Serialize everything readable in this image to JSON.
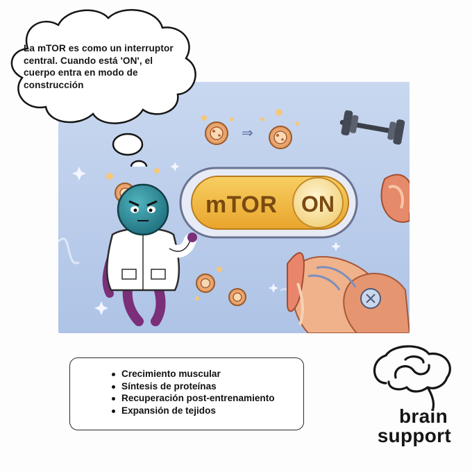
{
  "thought_bubble": {
    "text": "La mTOR es como un interruptor central. Cuando está 'ON', el cuerpo entra en modo de construcción"
  },
  "illustration": {
    "switch_label": "mTOR",
    "switch_state": "ON",
    "colors": {
      "background": "#bcd0ec",
      "switch_fill": "#f2b93e",
      "knob_fill": "#f9e4a6",
      "character": "#2f8f9c",
      "coat": "#ffffff",
      "legs": "#7a2f78"
    },
    "icons": [
      "cell-icon",
      "arrow-icon",
      "dumbbell-icon",
      "muscle-icon",
      "scientist-character",
      "sparkle-icon"
    ]
  },
  "benefits": {
    "items": [
      "Crecimiento muscular",
      "Síntesis de proteínas",
      "Recuperación post-entrenamiento",
      "Expansión de tejidos"
    ]
  },
  "brand": {
    "word1": "brain",
    "word2": "support"
  }
}
